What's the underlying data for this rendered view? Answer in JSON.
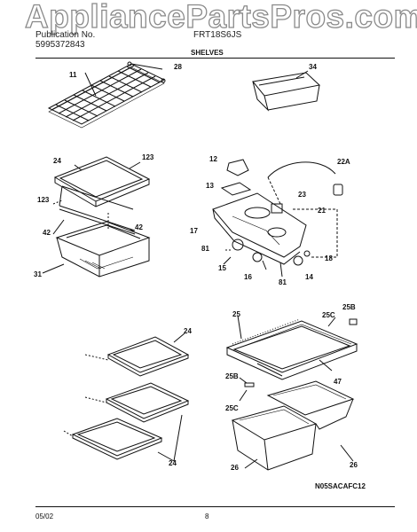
{
  "watermark": "AppliancePartsPros.com",
  "header": {
    "line1": "Publication No.",
    "line2": "5995372843",
    "model": "FRT18S6JS",
    "title": "SHELVES"
  },
  "callouts": [
    {
      "key": "c11",
      "text": "11"
    },
    {
      "key": "c28",
      "text": "28"
    },
    {
      "key": "c34",
      "text": "34"
    },
    {
      "key": "c24a",
      "text": "24"
    },
    {
      "key": "c123a",
      "text": "123"
    },
    {
      "key": "c123b",
      "text": "123"
    },
    {
      "key": "c42a",
      "text": "42"
    },
    {
      "key": "c42b",
      "text": "42"
    },
    {
      "key": "c31",
      "text": "31"
    },
    {
      "key": "c12",
      "text": "12"
    },
    {
      "key": "c22A",
      "text": "22A"
    },
    {
      "key": "c13",
      "text": "13"
    },
    {
      "key": "c23",
      "text": "23"
    },
    {
      "key": "c21",
      "text": "21"
    },
    {
      "key": "c17",
      "text": "17"
    },
    {
      "key": "c81a",
      "text": "81"
    },
    {
      "key": "c18",
      "text": "18"
    },
    {
      "key": "c15",
      "text": "15"
    },
    {
      "key": "c16",
      "text": "16"
    },
    {
      "key": "c14",
      "text": "14"
    },
    {
      "key": "c81b",
      "text": "81"
    },
    {
      "key": "c25B",
      "text": "25B"
    },
    {
      "key": "c25",
      "text": "25"
    },
    {
      "key": "c25C",
      "text": "25C"
    },
    {
      "key": "c24b",
      "text": "24"
    },
    {
      "key": "c47",
      "text": "47"
    },
    {
      "key": "c25Bb",
      "text": "25B"
    },
    {
      "key": "c25Cb",
      "text": "25C"
    },
    {
      "key": "c24c",
      "text": "24"
    },
    {
      "key": "c26a",
      "text": "26"
    },
    {
      "key": "c26b",
      "text": "26"
    }
  ],
  "drawing_code": "N05SACAFC12",
  "footer": {
    "date": "05/02",
    "page": "8"
  }
}
